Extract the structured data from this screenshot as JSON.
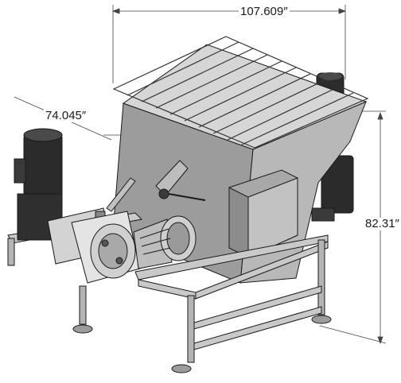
{
  "dimensions": {
    "width": "107.609″",
    "depth": "74.045″",
    "height": "82.31″"
  },
  "colors": {
    "line": "#1a1a1a",
    "steel_light": "#c9c9c9",
    "steel_mid": "#9c9c9c",
    "steel_dark": "#5a5a5a",
    "motor": "#2b2b2b",
    "background": "#ffffff"
  }
}
